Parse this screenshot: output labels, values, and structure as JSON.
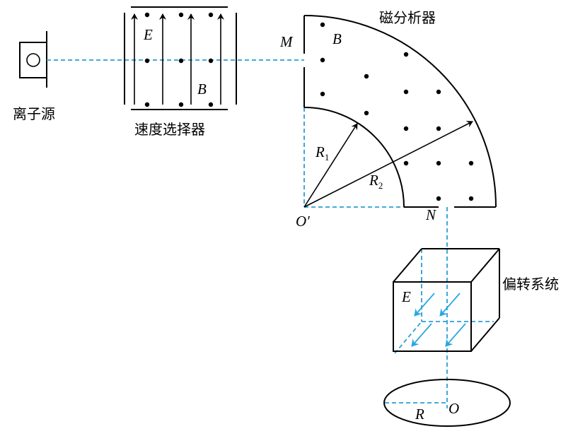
{
  "labels": {
    "ion_source": "离子源",
    "velocity_selector": "速度选择器",
    "magnetic_analyzer": "磁分析器",
    "deflection_system": "偏转系统",
    "E_selector": "E",
    "B_selector": "B",
    "M": "M",
    "B_analyzer": "B",
    "N": "N",
    "O_prime": "O′",
    "R1_letter": "R",
    "R1_sub": "1",
    "R2_letter": "R",
    "R2_sub": "2",
    "E_deflect": "E",
    "O_screen": "O",
    "R_screen": "R"
  },
  "colors": {
    "line": "#000000",
    "beam": "#2a9fd6",
    "field_arrow": "#29a8e0"
  }
}
